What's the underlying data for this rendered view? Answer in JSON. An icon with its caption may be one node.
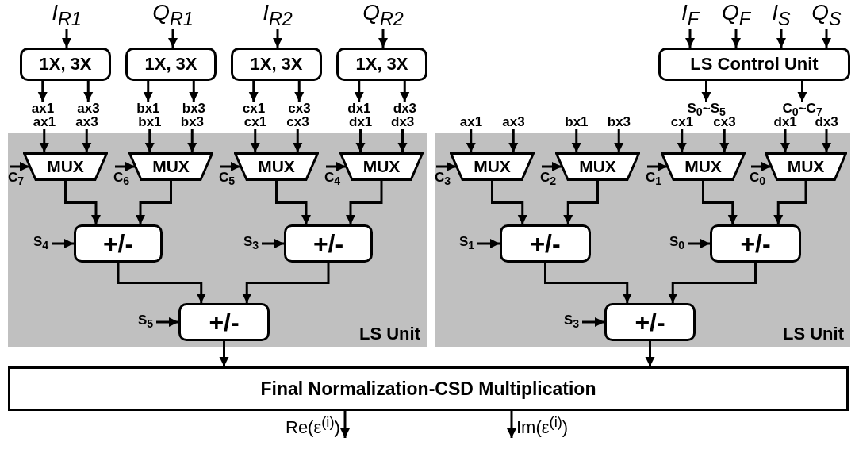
{
  "diagram": {
    "nodes": [
      {
        "text": [
          "I$_{R1}$"
        ]
      },
      {
        "text": [
          "Q$_{R1}$"
        ]
      },
      {
        "text": [
          "I$_{R2}$"
        ]
      },
      {
        "text": [
          "Q$_{R2}$"
        ]
      },
      {
        "text": [
          "I$_{F}$"
        ]
      },
      {
        "text": [
          "Q$_{F}$"
        ]
      },
      {
        "text": [
          "I$_{S}$"
        ]
      },
      {
        "text": [
          "Q$_{S}$"
        ]
      },
      {
        "text": [
          "1X, 3X"
        ]
      },
      {
        "text": [
          "1X, 3X"
        ]
      },
      {
        "text": [
          "1X, 3X"
        ]
      },
      {
        "text": [
          "1X, 3X"
        ]
      },
      {
        "text": [
          "LS Control Unit"
        ]
      },
      {
        "text": [
          "LS Unit"
        ]
      },
      {
        "text": [
          "LS Unit"
        ]
      },
      {
        "text": [
          "MUX"
        ],
        "in": 13
      },
      {
        "text": [
          "MUX"
        ],
        "in": 13
      },
      {
        "text": [
          "MUX"
        ],
        "in": 13
      },
      {
        "text": [
          "MUX"
        ],
        "in": 13
      },
      {
        "text": [
          "MUX"
        ],
        "in": 14
      },
      {
        "text": [
          "MUX"
        ],
        "in": 14
      },
      {
        "text": [
          "MUX"
        ],
        "in": 14
      },
      {
        "text": [
          "MUX"
        ],
        "in": 14
      },
      {
        "text": [
          "+/-"
        ],
        "in": 13
      },
      {
        "text": [
          "+/-"
        ],
        "in": 13
      },
      {
        "text": [
          "+/-"
        ],
        "in": 13
      },
      {
        "text": [
          "+/-"
        ],
        "in": 14
      },
      {
        "text": [
          "+/-"
        ],
        "in": 14
      },
      {
        "text": [
          "+/-"
        ],
        "in": 14
      },
      {
        "text": [
          "Final Normalization-CSD Multiplication"
        ]
      }
    ],
    "edges": [
      {
        "from": 0,
        "to": 8,
        "arrow": "to"
      },
      {
        "from": 1,
        "to": 9,
        "arrow": "to"
      },
      {
        "from": 2,
        "to": 10,
        "arrow": "to"
      },
      {
        "from": 3,
        "to": 11,
        "arrow": "to"
      },
      {
        "from": 4,
        "to": 12,
        "arrow": "to"
      },
      {
        "from": 5,
        "to": 12,
        "arrow": "to"
      },
      {
        "from": 6,
        "to": 12,
        "arrow": "to"
      },
      {
        "from": 7,
        "to": 12,
        "arrow": "to"
      },
      {
        "from": 8,
        "to": null,
        "arrow": "to",
        "label": "ax1"
      },
      {
        "from": 8,
        "to": null,
        "arrow": "to",
        "label": "ax3"
      },
      {
        "from": 9,
        "to": null,
        "arrow": "to",
        "label": "bx1"
      },
      {
        "from": 9,
        "to": null,
        "arrow": "to",
        "label": "bx3"
      },
      {
        "from": 10,
        "to": null,
        "arrow": "to",
        "label": "cx1"
      },
      {
        "from": 10,
        "to": null,
        "arrow": "to",
        "label": "cx3"
      },
      {
        "from": 11,
        "to": null,
        "arrow": "to",
        "label": "dx1"
      },
      {
        "from": 11,
        "to": null,
        "arrow": "to",
        "label": "dx3"
      },
      {
        "from": 12,
        "to": null,
        "arrow": "to",
        "label": "S$_{0}$~S$_{5}$"
      },
      {
        "from": 12,
        "to": null,
        "arrow": "to",
        "label": "C$_{0}$~C$_{7}$"
      },
      {
        "from": null,
        "to": 15,
        "arrow": "to",
        "label": "ax1"
      },
      {
        "from": null,
        "to": 15,
        "arrow": "to",
        "label": "ax3"
      },
      {
        "from": null,
        "to": 16,
        "arrow": "to",
        "label": "bx1"
      },
      {
        "from": null,
        "to": 16,
        "arrow": "to",
        "label": "bx3"
      },
      {
        "from": null,
        "to": 17,
        "arrow": "to",
        "label": "cx1"
      },
      {
        "from": null,
        "to": 17,
        "arrow": "to",
        "label": "cx3"
      },
      {
        "from": null,
        "to": 18,
        "arrow": "to",
        "label": "dx1"
      },
      {
        "from": null,
        "to": 18,
        "arrow": "to",
        "label": "dx3"
      },
      {
        "from": null,
        "to": 19,
        "arrow": "to",
        "label": "ax1"
      },
      {
        "from": null,
        "to": 19,
        "arrow": "to",
        "label": "ax3"
      },
      {
        "from": null,
        "to": 20,
        "arrow": "to",
        "label": "bx1"
      },
      {
        "from": null,
        "to": 20,
        "arrow": "to",
        "label": "bx3"
      },
      {
        "from": null,
        "to": 21,
        "arrow": "to",
        "label": "cx1"
      },
      {
        "from": null,
        "to": 21,
        "arrow": "to",
        "label": "cx3"
      },
      {
        "from": null,
        "to": 22,
        "arrow": "to",
        "label": "dx1"
      },
      {
        "from": null,
        "to": 22,
        "arrow": "to",
        "label": "dx3"
      },
      {
        "from": null,
        "to": 15,
        "arrow": "to",
        "label": "C$_{7}$"
      },
      {
        "from": null,
        "to": 16,
        "arrow": "to",
        "label": "C$_{6}$"
      },
      {
        "from": null,
        "to": 17,
        "arrow": "to",
        "label": "C$_{5}$"
      },
      {
        "from": null,
        "to": 18,
        "arrow": "to",
        "label": "C$_{4}$"
      },
      {
        "from": null,
        "to": 19,
        "arrow": "to",
        "label": "C$_{3}$"
      },
      {
        "from": null,
        "to": 20,
        "arrow": "to",
        "label": "C$_{2}$"
      },
      {
        "from": null,
        "to": 21,
        "arrow": "to",
        "label": "C$_{1}$"
      },
      {
        "from": null,
        "to": 22,
        "arrow": "to",
        "label": "C$_{0}$"
      },
      {
        "from": 15,
        "to": 23,
        "arrow": "to"
      },
      {
        "from": 16,
        "to": 23,
        "arrow": "to"
      },
      {
        "from": 17,
        "to": 24,
        "arrow": "to"
      },
      {
        "from": 18,
        "to": 24,
        "arrow": "to"
      },
      {
        "from": 19,
        "to": 26,
        "arrow": "to"
      },
      {
        "from": 20,
        "to": 26,
        "arrow": "to"
      },
      {
        "from": 21,
        "to": 27,
        "arrow": "to"
      },
      {
        "from": 22,
        "to": 27,
        "arrow": "to"
      },
      {
        "from": null,
        "to": 23,
        "arrow": "to",
        "label": "S$_{4}$"
      },
      {
        "from": null,
        "to": 24,
        "arrow": "to",
        "label": "S$_{3}$"
      },
      {
        "from": 23,
        "to": 25,
        "arrow": "to"
      },
      {
        "from": 24,
        "to": 25,
        "arrow": "to"
      },
      {
        "from": null,
        "to": 25,
        "arrow": "to",
        "label": "S$_{5}$"
      },
      {
        "from": null,
        "to": 26,
        "arrow": "to",
        "label": "S$_{1}$"
      },
      {
        "from": null,
        "to": 27,
        "arrow": "to",
        "label": "S$_{0}$"
      },
      {
        "from": 26,
        "to": 28,
        "arrow": "to"
      },
      {
        "from": 27,
        "to": 28,
        "arrow": "to"
      },
      {
        "from": null,
        "to": 28,
        "arrow": "to",
        "label": "S$_{3}$"
      },
      {
        "from": 25,
        "to": 29,
        "arrow": "to"
      },
      {
        "from": 28,
        "to": 29,
        "arrow": "to"
      },
      {
        "from": 29,
        "to": null,
        "arrow": "to",
        "label": "Re(ε$^{(i)}$)"
      },
      {
        "from": 29,
        "to": null,
        "arrow": "to",
        "label": "Im(ε$^{(i)}$)"
      }
    ]
  }
}
